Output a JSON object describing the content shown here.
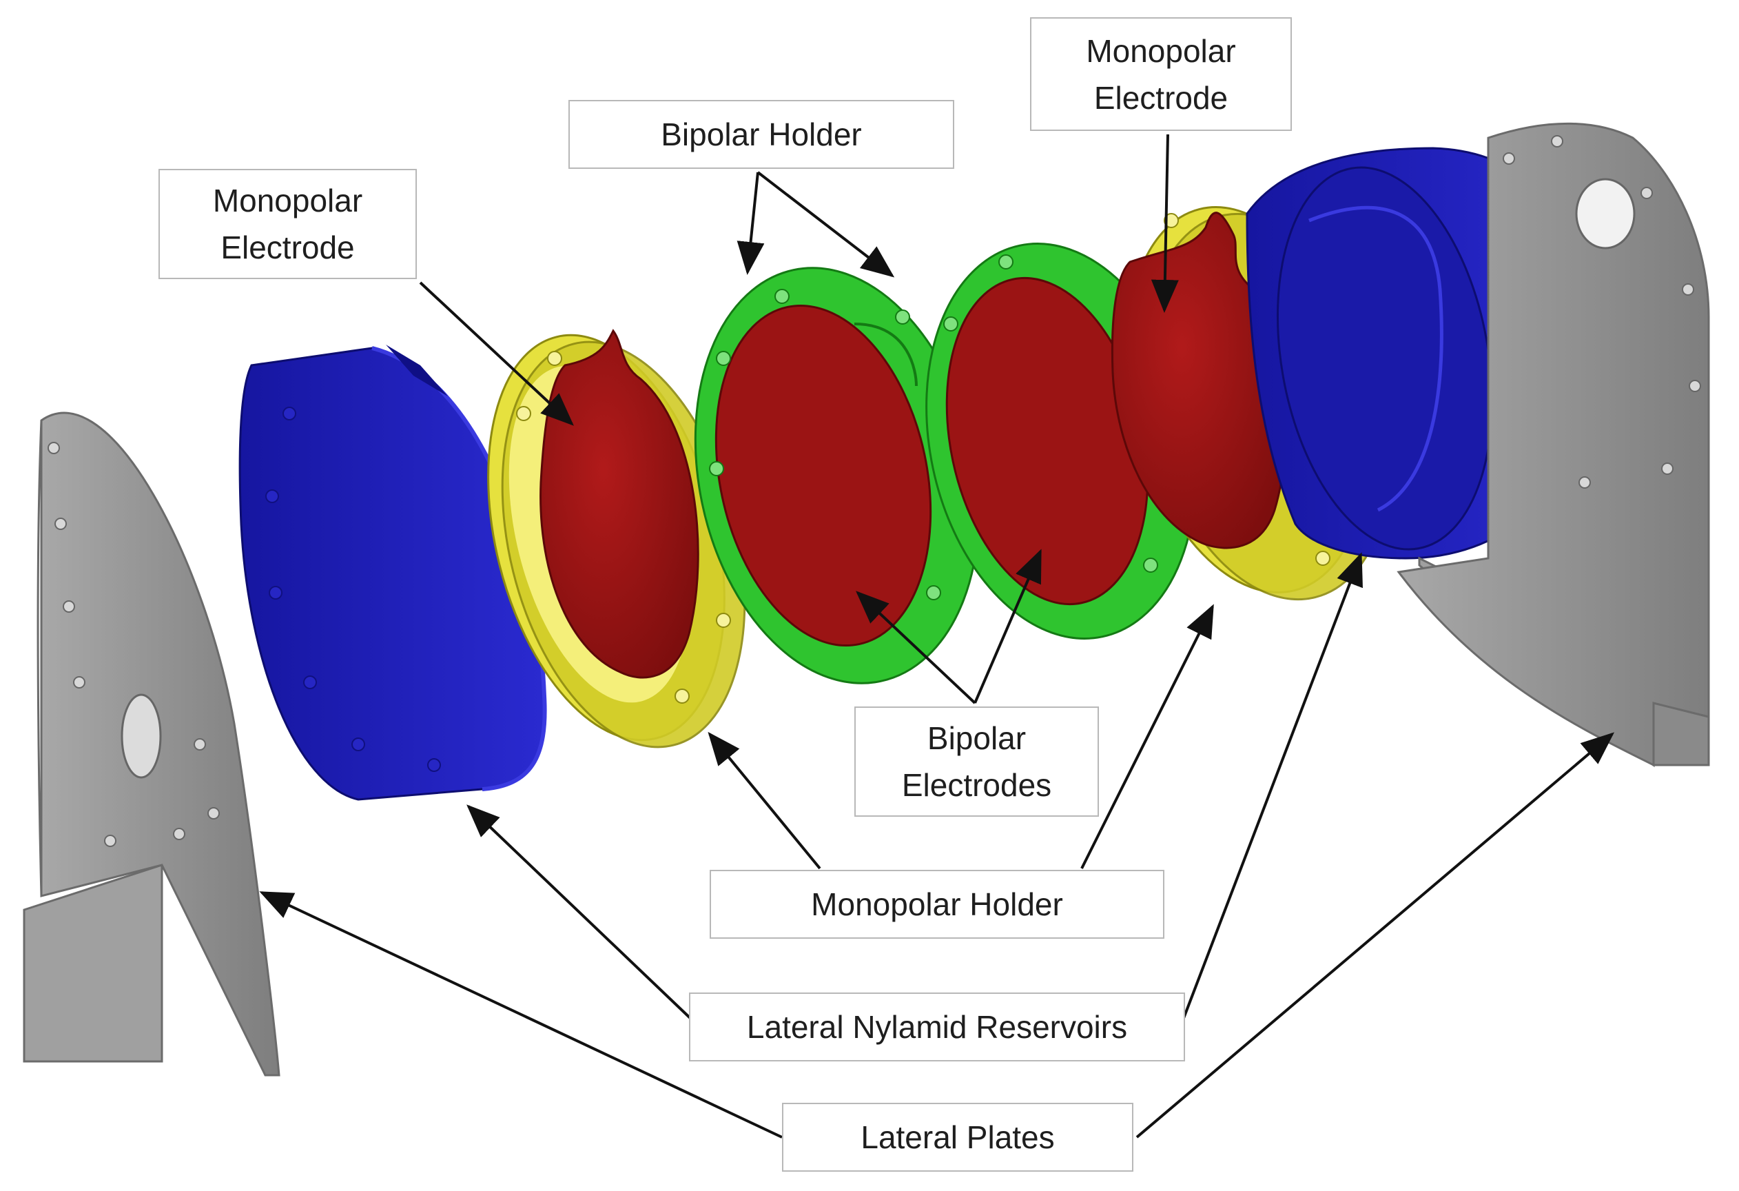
{
  "labels": {
    "monopolar_electrode_left": "Monopolar\nElectrode",
    "bipolar_holder": "Bipolar Holder",
    "monopolar_electrode_right": "Monopolar\nElectrode",
    "bipolar_electrodes": "Bipolar\nElectrodes",
    "monopolar_holder": "Monopolar Holder",
    "lateral_nylamid_reservoirs": "Lateral Nylamid Reservoirs",
    "lateral_plates": "Lateral Plates"
  },
  "colors": {
    "lateral_plate": "#9a9a9a",
    "nylamid_reservoir": "#1c1fb0",
    "monopolar_holder": "#e3e03c",
    "bipolar_holder": "#2fc42f",
    "electrode": "#9b1414",
    "arrow": "#111111",
    "label_border": "#b8b8b8"
  }
}
